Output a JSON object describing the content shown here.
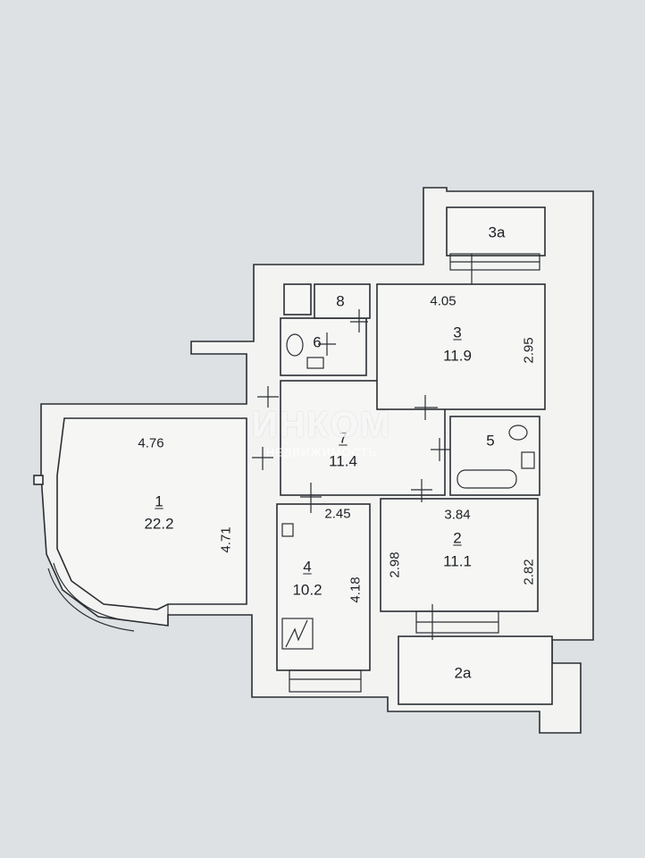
{
  "plan": {
    "watermark": {
      "brand": "ИНКОМ",
      "subtitle": "НЕДВИЖИМОСТЬ"
    },
    "rooms": [
      {
        "number": "1",
        "area": "22.2"
      },
      {
        "number": "2",
        "area": "11.1"
      },
      {
        "number": "2a",
        "area": ""
      },
      {
        "number": "3",
        "area": "11.9"
      },
      {
        "number": "3a",
        "area": ""
      },
      {
        "number": "4",
        "area": "10.2"
      },
      {
        "number": "5",
        "area": ""
      },
      {
        "number": "6",
        "area": ""
      },
      {
        "number": "7",
        "area": "11.4"
      },
      {
        "number": "8",
        "area": ""
      }
    ],
    "dimensions": {
      "room1_width": "4.76",
      "room1_height": "4.71",
      "room2_width": "3.84",
      "room2_left": "2.98",
      "room2_right": "2.82",
      "room3_width": "4.05",
      "room3_height": "2.95",
      "room4_width": "2.45",
      "room4_height": "4.18"
    }
  }
}
